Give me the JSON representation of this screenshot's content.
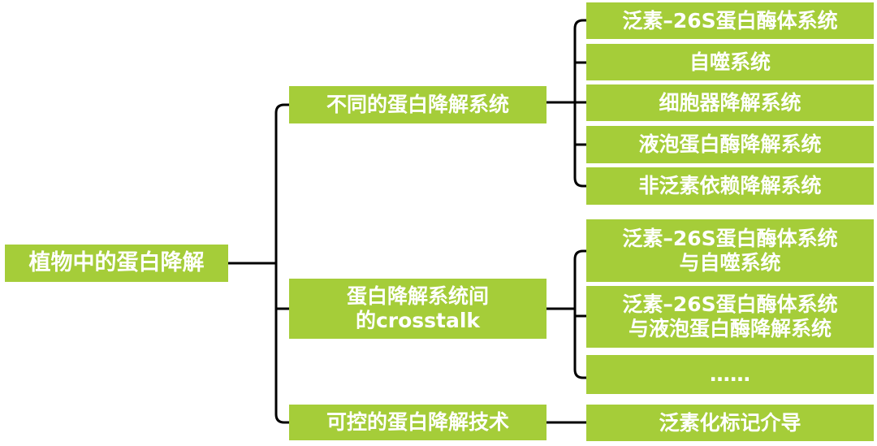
{
  "root": {
    "label": "植物中的蛋白降解"
  },
  "branches": [
    {
      "label": "不同的蛋白降解系统",
      "children": [
        "泛素–26S蛋白酶体系统",
        "自噬系统",
        "细胞器降解系统",
        "液泡蛋白酶降解系统",
        "非泛素依赖降解系统"
      ]
    },
    {
      "label_line1": "蛋白降解系统间",
      "label_line2": "的crosstalk",
      "children": [
        {
          "line1": "泛素–26S蛋白酶体系统",
          "line2": "与自噬系统"
        },
        {
          "line1": "泛素–26S蛋白酶体系统",
          "line2": "与液泡蛋白酶降解系统"
        },
        {
          "line1": "……"
        }
      ]
    },
    {
      "label": "可控的蛋白降解技术",
      "children": [
        "泛素化标记介导"
      ]
    }
  ],
  "colors": {
    "box_fill": "#a5cd39",
    "box_text": "#ffffff",
    "connector": "#000000"
  }
}
